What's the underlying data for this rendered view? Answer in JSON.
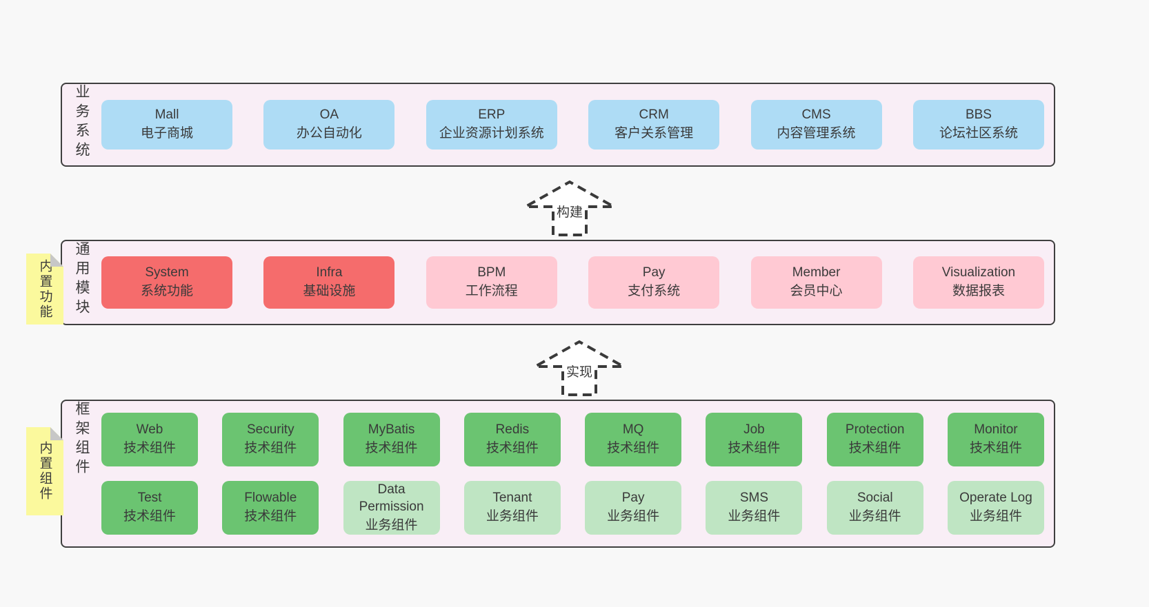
{
  "meta": {
    "title": "架构模块示意图",
    "background": "#f8f8f8"
  },
  "colors": {
    "blue": "#aedcf5",
    "red": "#f56c6c",
    "pink": "#ffc9d3",
    "green": "#6bc471",
    "lightgreen": "#bfe5c3",
    "sticky": "#fbf99d",
    "sticky_fold": "#c7c7c7",
    "panel_bg": "#f9eef6",
    "panel_border": "#3f3f3f",
    "text": "#3b3b3b"
  },
  "sections": {
    "business": {
      "label": "业务系统",
      "rows": [
        [
          {
            "title": "Mall",
            "subtitle": "电子商城",
            "variant": "blue"
          },
          {
            "title": "OA",
            "subtitle": "办公自动化",
            "variant": "blue"
          },
          {
            "title": "ERP",
            "subtitle": "企业资源计划系统",
            "variant": "blue"
          },
          {
            "title": "CRM",
            "subtitle": "客户关系管理",
            "variant": "blue"
          },
          {
            "title": "CMS",
            "subtitle": "内容管理系统",
            "variant": "blue"
          },
          {
            "title": "BBS",
            "subtitle": "论坛社区系统",
            "variant": "blue"
          }
        ]
      ]
    },
    "modules": {
      "label": "通用模块",
      "sticky": "内置功能",
      "rows": [
        [
          {
            "title": "System",
            "subtitle": "系统功能",
            "variant": "red"
          },
          {
            "title": "Infra",
            "subtitle": "基础设施",
            "variant": "red"
          },
          {
            "title": "BPM",
            "subtitle": "工作流程",
            "variant": "pink"
          },
          {
            "title": "Pay",
            "subtitle": "支付系统",
            "variant": "pink"
          },
          {
            "title": "Member",
            "subtitle": "会员中心",
            "variant": "pink"
          },
          {
            "title": "Visualization",
            "subtitle": "数据报表",
            "variant": "pink"
          }
        ]
      ]
    },
    "components": {
      "label": "框架组件",
      "sticky": "内置组件",
      "rows": [
        [
          {
            "title": "Web",
            "subtitle": "技术组件",
            "variant": "green"
          },
          {
            "title": "Security",
            "subtitle": "技术组件",
            "variant": "green"
          },
          {
            "title": "MyBatis",
            "subtitle": "技术组件",
            "variant": "green"
          },
          {
            "title": "Redis",
            "subtitle": "技术组件",
            "variant": "green"
          },
          {
            "title": "MQ",
            "subtitle": "技术组件",
            "variant": "green"
          },
          {
            "title": "Job",
            "subtitle": "技术组件",
            "variant": "green"
          },
          {
            "title": "Protection",
            "subtitle": "技术组件",
            "variant": "green"
          },
          {
            "title": "Monitor",
            "subtitle": "技术组件",
            "variant": "green"
          }
        ],
        [
          {
            "title": "Test",
            "subtitle": "技术组件",
            "variant": "green"
          },
          {
            "title": "Flowable",
            "subtitle": "技术组件",
            "variant": "green"
          },
          {
            "title": "Data Permission",
            "subtitle": "业务组件",
            "variant": "lightgreen"
          },
          {
            "title": "Tenant",
            "subtitle": "业务组件",
            "variant": "lightgreen"
          },
          {
            "title": "Pay",
            "subtitle": "业务组件",
            "variant": "lightgreen"
          },
          {
            "title": "SMS",
            "subtitle": "业务组件",
            "variant": "lightgreen"
          },
          {
            "title": "Social",
            "subtitle": "业务组件",
            "variant": "lightgreen"
          },
          {
            "title": "Operate Log",
            "subtitle": "业务组件",
            "variant": "lightgreen"
          }
        ]
      ]
    }
  },
  "arrows": {
    "build": "构建",
    "implement": "实现"
  }
}
